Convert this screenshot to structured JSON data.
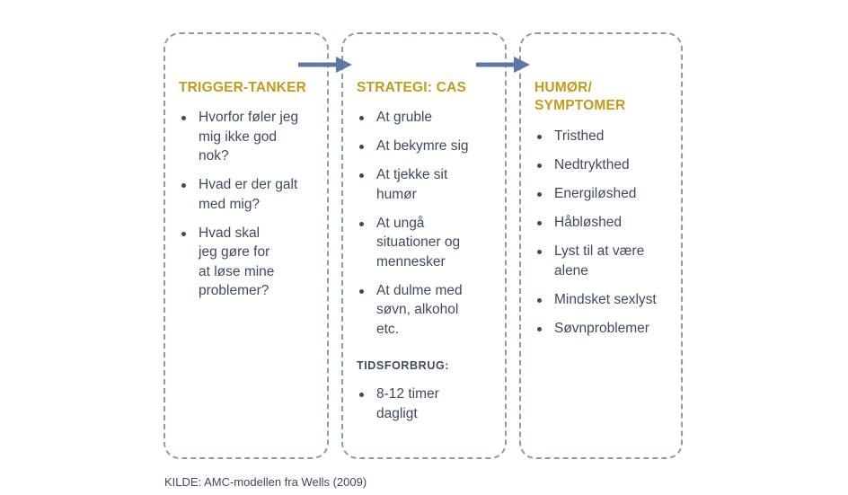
{
  "columns": [
    {
      "title": "TRIGGER-TANKER",
      "items": [
        [
          "Hvorfor føler jeg",
          "mig ikke god",
          "nok?"
        ],
        [
          "Hvad er der galt",
          "med mig?"
        ],
        [
          "Hvad skal",
          "jeg gøre for",
          "at løse mine",
          "problemer?"
        ]
      ]
    },
    {
      "title": "STRATEGI: CAS",
      "items": [
        [
          "At gruble"
        ],
        [
          "At bekymre sig"
        ],
        [
          "At tjekke sit",
          "humør"
        ],
        [
          "At ungå",
          "situationer og",
          "mennesker"
        ],
        [
          "At dulme med",
          "søvn, alkohol",
          "etc."
        ]
      ],
      "subheading": "TIDSFORBRUG:",
      "sub_items": [
        [
          "8-12 timer",
          "dagligt"
        ]
      ]
    },
    {
      "title": [
        "HUMØR/",
        "SYMPTOMER"
      ],
      "items": [
        [
          "Tristhed"
        ],
        [
          "Nedtrykthed"
        ],
        [
          "Energiløshed"
        ],
        [
          "Håbløshed"
        ],
        [
          "Lyst til at være",
          "alene"
        ],
        [
          "Mindsket sexlyst"
        ],
        [
          "Søvnproblemer"
        ]
      ]
    }
  ],
  "source": "KILDE: AMC-modellen fra Wells (2009)",
  "colors": {
    "heading": "#c49a19",
    "text": "#3f4a60",
    "border": "#8d98b2",
    "arrow": "#5f77a3"
  }
}
